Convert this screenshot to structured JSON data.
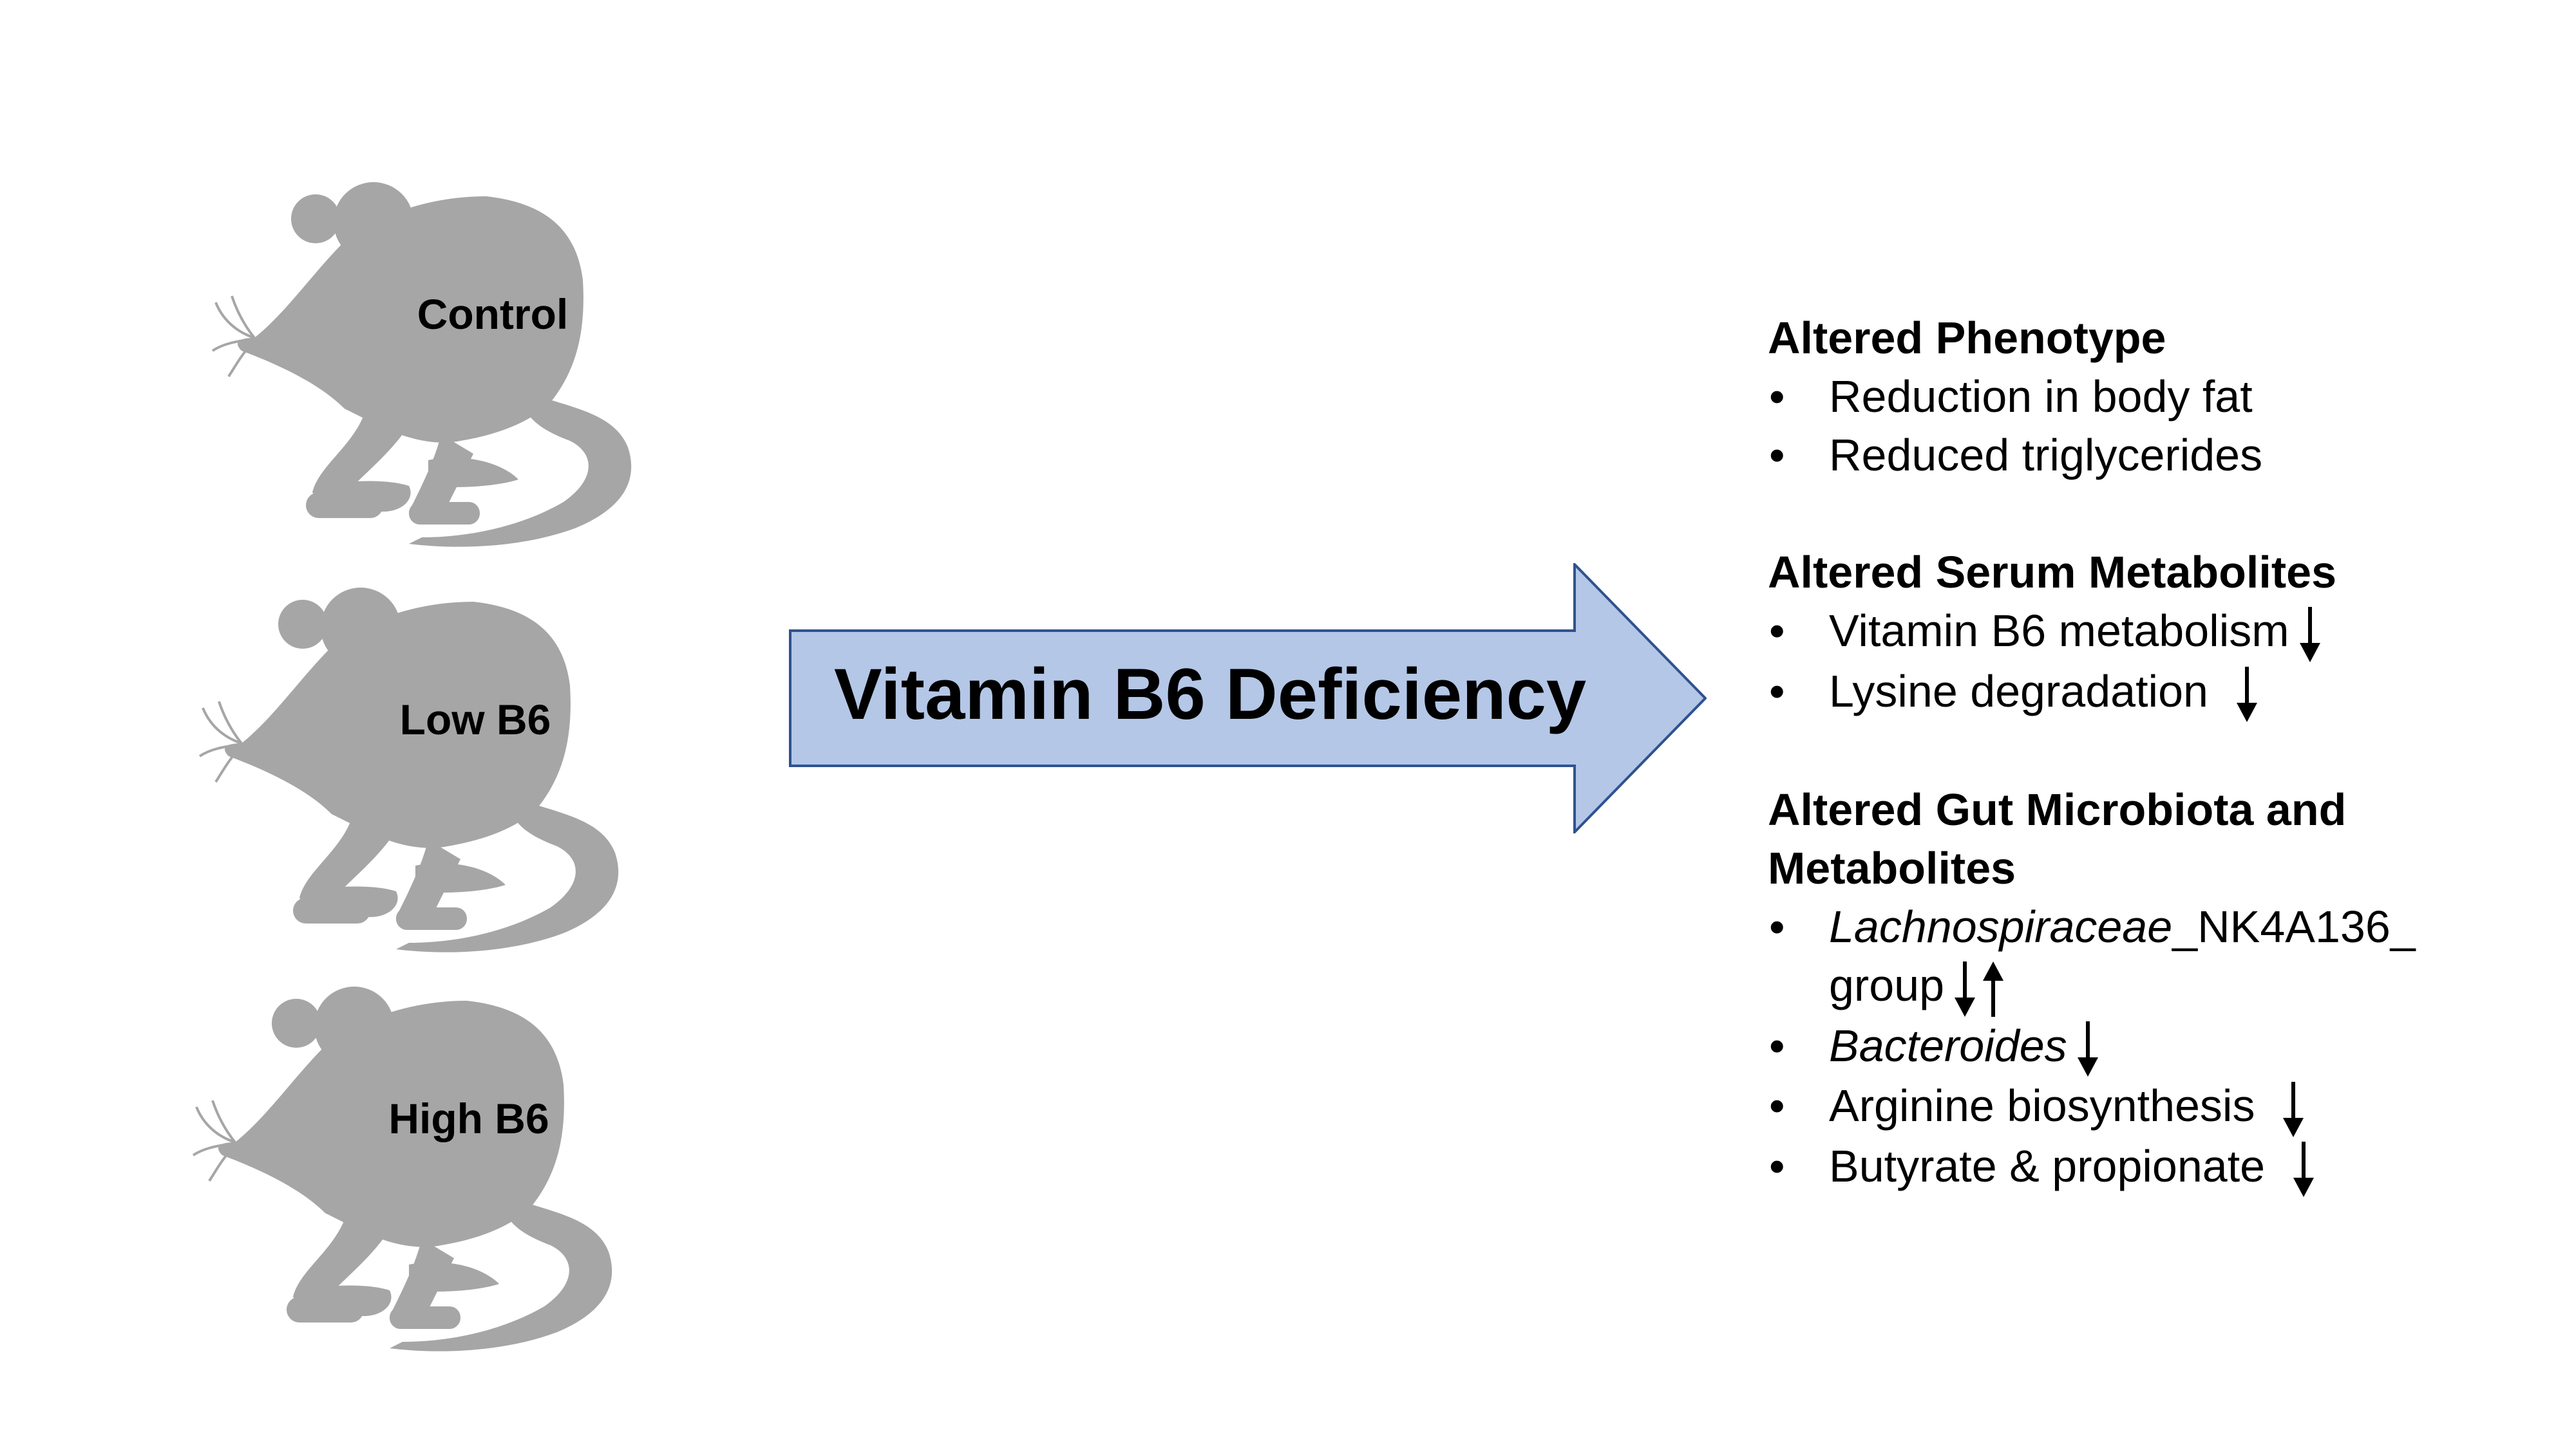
{
  "mice": [
    {
      "label": "Control"
    },
    {
      "label": "Low B6"
    },
    {
      "label": "High B6"
    }
  ],
  "colors": {
    "mouse": "#a6a6a6",
    "arrow_fill": "#b4c7e7",
    "arrow_stroke": "#2f528f",
    "text": "#000000"
  },
  "arrow": {
    "label": "Vitamin B6 Deficiency"
  },
  "effects": {
    "phenotype": {
      "heading": "Altered Phenotype",
      "items": [
        "Reduction in body fat",
        "Reduced triglycerides"
      ]
    },
    "serum": {
      "heading": "Altered Serum Metabolites",
      "items": [
        {
          "text": "Vitamin B6 metabolism",
          "trend": "down"
        },
        {
          "text": "Lysine degradation",
          "trend": "down"
        }
      ]
    },
    "gut": {
      "heading_line1": "Altered Gut Microbiota and",
      "heading_line2": "Metabolites",
      "items": [
        {
          "italic": "Lachnospiraceae",
          "text": "_NK4A136_",
          "text2": "group",
          "trend": "down-up"
        },
        {
          "italic": "Bacteroides",
          "trend": "down"
        },
        {
          "text": "Arginine biosynthesis",
          "trend": "down"
        },
        {
          "text": "Butyrate & propionate",
          "trend": "down"
        }
      ]
    }
  }
}
